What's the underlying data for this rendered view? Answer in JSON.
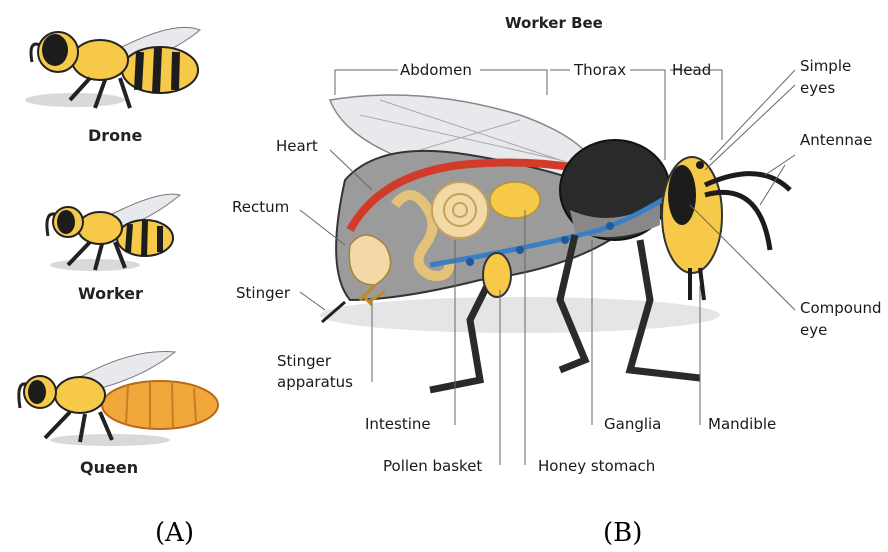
{
  "diagram_title": "Worker Bee",
  "castes": [
    "Drone",
    "Worker",
    "Queen"
  ],
  "panel_labels": [
    "(A)",
    "(B)"
  ],
  "parts": {
    "abdomen": "Abdomen",
    "thorax": "Thorax",
    "head": "Head",
    "simple_eyes": [
      "Simple",
      "eyes"
    ],
    "antennae": "Antennae",
    "heart": "Heart",
    "rectum": "Rectum",
    "stinger": "Stinger",
    "stinger_apparatus": [
      "Stinger",
      "apparatus"
    ],
    "intestine": "Intestine",
    "pollen_basket": "Pollen basket",
    "honey_stomach": "Honey stomach",
    "ganglia": "Ganglia",
    "mandible": "Mandible",
    "compound_eye": [
      "Compound",
      "eye"
    ]
  },
  "colors": {
    "bee_yellow": "#f6c948",
    "bee_black": "#1c1c1c",
    "queen_orange": "#f2a73a",
    "wing": "#e7e9ec",
    "body_gray": "#9b9b9b",
    "heart_red": "#d23a2a",
    "intestine_tan": "#f2d9a6",
    "nerve_blue": "#3a7fc4"
  }
}
